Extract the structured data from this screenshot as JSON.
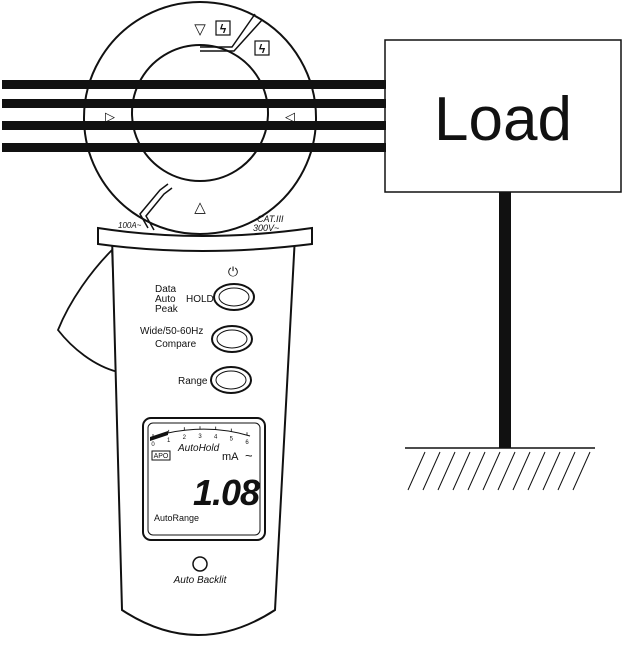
{
  "load": {
    "label": "Load"
  },
  "clamp": {
    "jaw_range_label": "100A~",
    "category_label": "CAT.III",
    "voltage_label": "300V~",
    "top_arrow": "▽",
    "bottom_arrow": "△",
    "left_arrow": "▷",
    "right_arrow": "◁",
    "warning_symbol": "ϟ"
  },
  "buttons": {
    "power_symbol": "⏻",
    "hold": {
      "line1": "Data",
      "line2": "Auto",
      "line3": "Peak",
      "side": "HOLD"
    },
    "wide": {
      "line1": "Wide/50-60Hz",
      "line2": "Compare"
    },
    "range": {
      "label": "Range"
    }
  },
  "display": {
    "scale_ticks": [
      "0",
      "1",
      "2",
      "3",
      "4",
      "5",
      "6"
    ],
    "apo": "APO",
    "autohold": "AutoHold",
    "unit": "mA",
    "ac_symbol": "~",
    "reading": "1.08",
    "autorange": "AutoRange"
  },
  "backlight": {
    "label": "Auto Backlit"
  }
}
